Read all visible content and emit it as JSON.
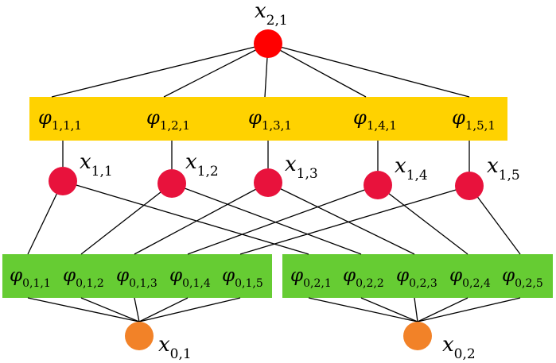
{
  "colors": {
    "top_node": "#ff0000",
    "hidden_node": "#e8123c",
    "input_node": "#f28228",
    "hidden_band": "#ffd200",
    "input_band": "#66cc33",
    "edge": "#000000"
  },
  "top_node": {
    "symbol": "x",
    "sub": "2,1"
  },
  "hidden_functions": [
    {
      "symbol": "φ",
      "sub": "1,1,1"
    },
    {
      "symbol": "φ",
      "sub": "1,2,1"
    },
    {
      "symbol": "φ",
      "sub": "1,3,1"
    },
    {
      "symbol": "φ",
      "sub": "1,4,1"
    },
    {
      "symbol": "φ",
      "sub": "1,5,1"
    }
  ],
  "hidden_nodes": [
    {
      "symbol": "x",
      "sub": "1,1"
    },
    {
      "symbol": "x",
      "sub": "1,2"
    },
    {
      "symbol": "x",
      "sub": "1,3"
    },
    {
      "symbol": "x",
      "sub": "1,4"
    },
    {
      "symbol": "x",
      "sub": "1,5"
    }
  ],
  "input_groups": [
    {
      "functions": [
        {
          "symbol": "φ",
          "sub": "0,1,1"
        },
        {
          "symbol": "φ",
          "sub": "0,1,2"
        },
        {
          "symbol": "φ",
          "sub": "0,1,3"
        },
        {
          "symbol": "φ",
          "sub": "0,1,4"
        },
        {
          "symbol": "φ",
          "sub": "0,1,5"
        }
      ],
      "node": {
        "symbol": "x",
        "sub": "0,1"
      }
    },
    {
      "functions": [
        {
          "symbol": "φ",
          "sub": "0,2,1"
        },
        {
          "symbol": "φ",
          "sub": "0,2,2"
        },
        {
          "symbol": "φ",
          "sub": "0,2,3"
        },
        {
          "symbol": "φ",
          "sub": "0,2,4"
        },
        {
          "symbol": "φ",
          "sub": "0,2,5"
        }
      ],
      "node": {
        "symbol": "x",
        "sub": "0,2"
      }
    }
  ]
}
